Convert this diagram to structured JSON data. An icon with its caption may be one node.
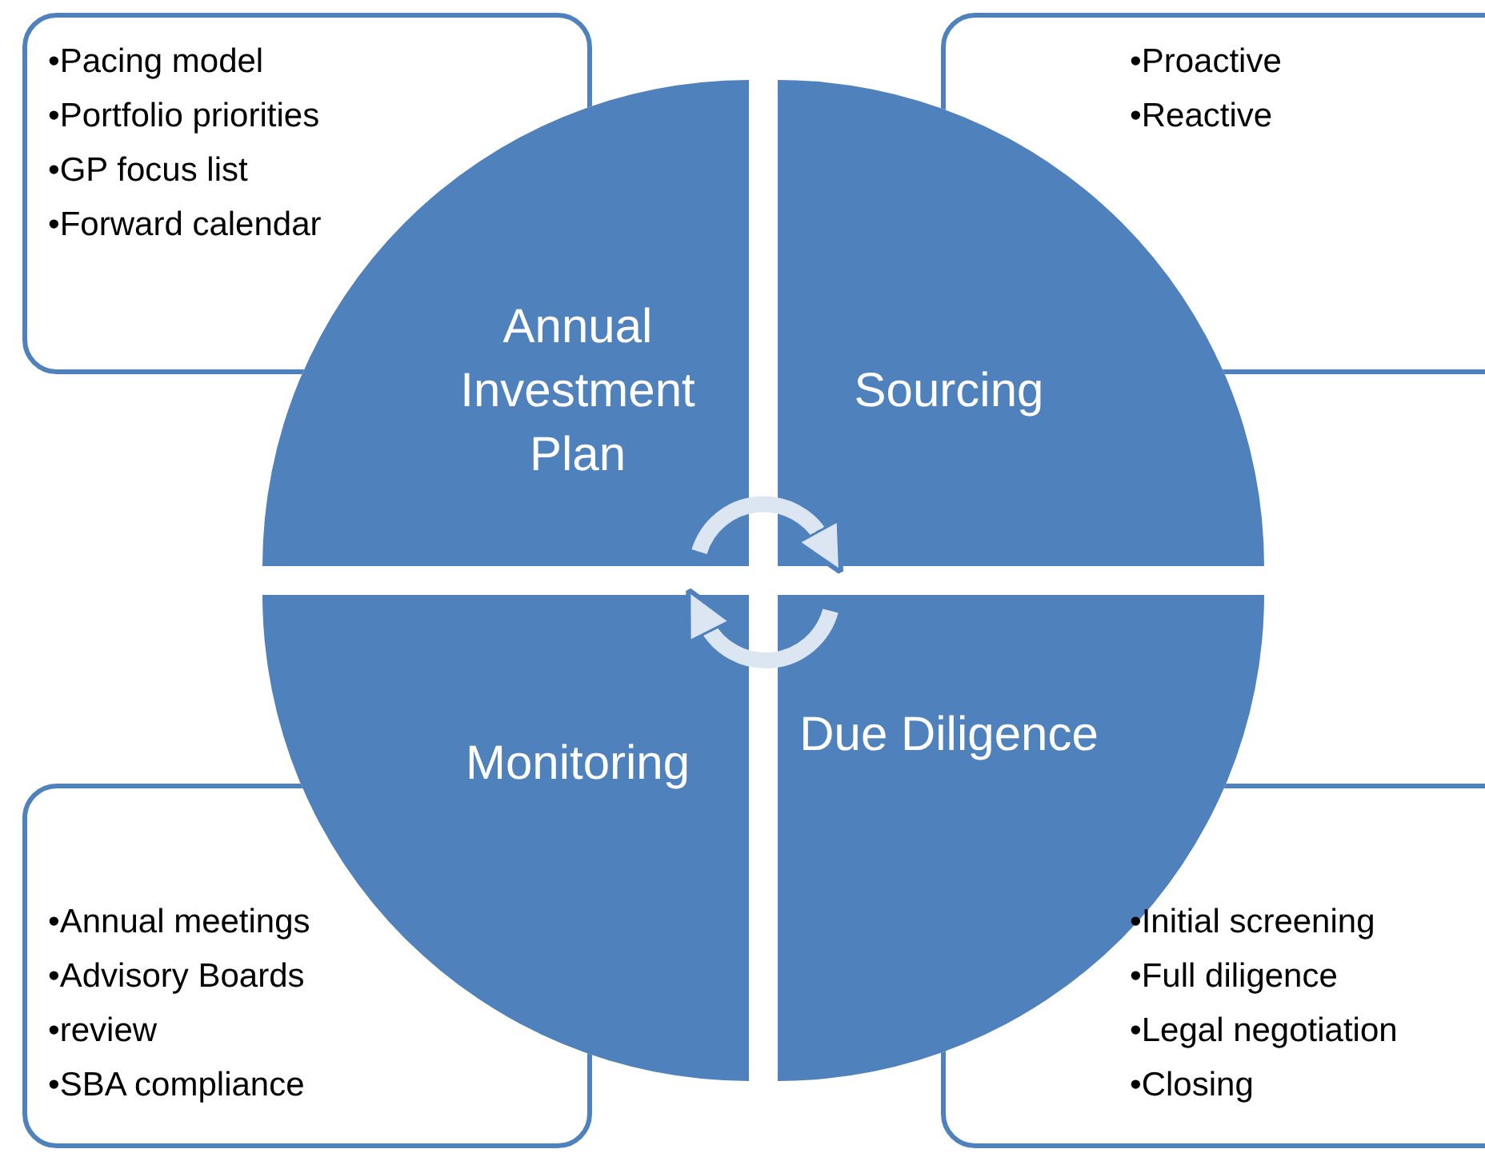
{
  "diagram": {
    "nodes": [
      {
        "text": [
          "•Pacing model",
          "•Portfolio priorities",
          "•GP focus list",
          "•Forward calendar"
        ]
      },
      {
        "text": [
          "•Proactive",
          "•Reactive"
        ]
      },
      {
        "text": [
          "Annual Investment Plan"
        ]
      },
      {
        "text": [
          "Sourcing"
        ]
      },
      {
        "text": [
          "Monitoring"
        ]
      },
      {
        "text": [
          "Due Diligence"
        ]
      },
      {
        "text": [
          "•Annual meetings",
          "•Advisory Boards",
          "•review",
          "•SBA compliance"
        ]
      },
      {
        "text": [
          "•Initial screening",
          "•Full diligence",
          "•Legal negotiation",
          "•Closing"
        ]
      }
    ],
    "edges": [
      {
        "from": 2,
        "to": 3,
        "arrow": "to"
      },
      {
        "from": 5,
        "to": 4,
        "arrow": "to"
      }
    ]
  }
}
